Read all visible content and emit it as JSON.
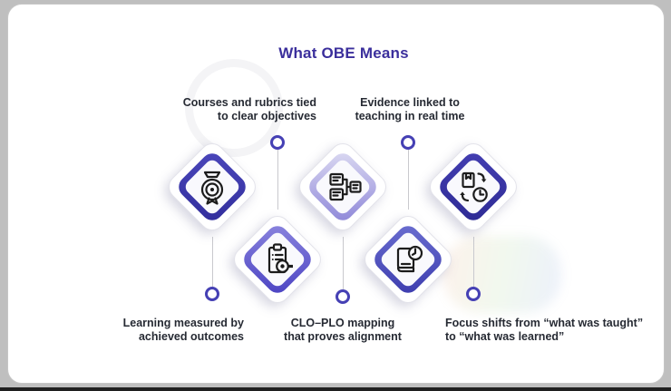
{
  "title": "What OBE Means",
  "colors": {
    "title": "#3b2f9c",
    "label_text": "#262a33",
    "connector_ring": "#4540b4",
    "connector_line": "#c9c9ce",
    "icon_stroke": "#1c1c1c",
    "card_background": "#ffffff",
    "page_background": "#bfbfbf",
    "bottom_bar": "#1f1f1f"
  },
  "items": [
    {
      "icon": "award-target-icon",
      "label_position": "bottom",
      "label_lines": [
        "Learning measured by",
        "achieved outcomes"
      ],
      "border_gradient": [
        "#4b47bb",
        "#312d9c"
      ]
    },
    {
      "icon": "clipboard-search-icon",
      "label_position": "top",
      "label_lines": [
        "Courses and rubrics tied",
        "to clear objectives"
      ],
      "border_gradient": [
        "#8b85de",
        "#4a42c2"
      ]
    },
    {
      "icon": "clo-plo-mapping-icon",
      "label_position": "bottom",
      "label_lines": [
        "CLO–PLO mapping",
        "that proves alignment"
      ],
      "border_gradient": [
        "#dcdaf2",
        "#8d86d8"
      ]
    },
    {
      "icon": "book-clock-icon",
      "label_position": "top",
      "label_lines": [
        "Evidence linked to",
        "teaching in real time"
      ],
      "border_gradient": [
        "#6b6ed0",
        "#3c3cae"
      ]
    },
    {
      "icon": "book-sync-clock-icon",
      "label_position": "bottom",
      "label_lines": [
        "Focus shifts from “what was taught”",
        "to “what was learned”"
      ],
      "border_gradient": [
        "#443fb2",
        "#2d2a94"
      ]
    }
  ]
}
